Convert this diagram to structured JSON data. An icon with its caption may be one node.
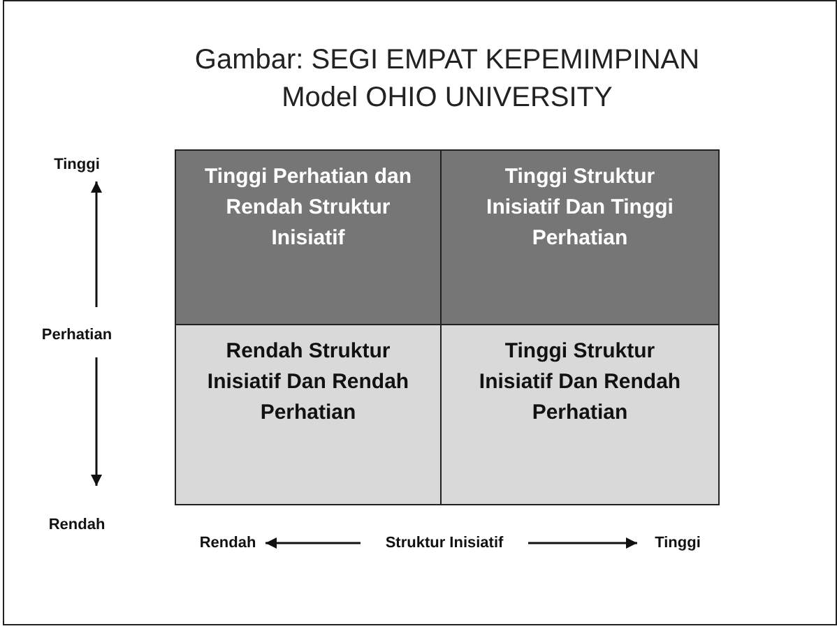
{
  "diagram": {
    "title": "Gambar: SEGI EMPAT KEPEMIMPINAN Model OHIO UNIVERSITY",
    "nodes": [
      {
        "text": [
          "Tinggi Perhatian dan Rendah Struktur Inisiatif"
        ]
      },
      {
        "text": [
          "Tinggi Struktur Inisiatif Dan Tinggi Perhatian"
        ]
      },
      {
        "text": [
          "Rendah Struktur Inisiatif Dan Rendah Perhatian"
        ]
      },
      {
        "text": [
          "Tinggi Struktur Inisiatif Dan Rendah Perhatian"
        ]
      }
    ],
    "edges": [],
    "labels": [
      "Tinggi",
      "Perhatian",
      "Rendah",
      "Rendah",
      "Struktur Inisiatif",
      "Tinggi"
    ]
  }
}
